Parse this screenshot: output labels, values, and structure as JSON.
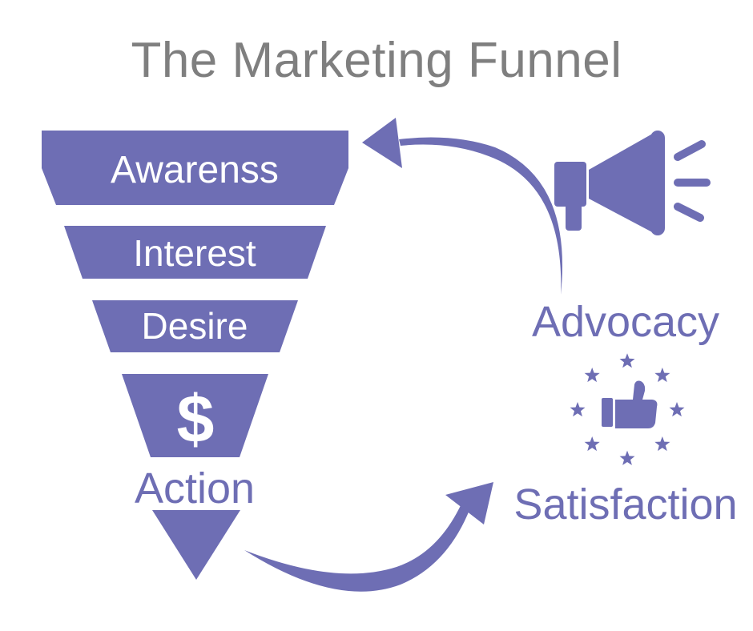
{
  "title": "The Marketing Funnel",
  "colors": {
    "accent": "#6e6eb4",
    "title": "#7f7f7f",
    "stage_text": "#ffffff"
  },
  "funnel": {
    "stages": [
      {
        "label": "Awarenss"
      },
      {
        "label": "Interest"
      },
      {
        "label": "Desire"
      },
      {
        "label": "Action",
        "symbol": "$"
      }
    ]
  },
  "post_purchase": {
    "advocacy": {
      "label": "Advocacy",
      "icon": "megaphone-icon"
    },
    "satisfaction": {
      "label": "Satisfaction",
      "icon": "thumbs-up-stars-icon"
    }
  }
}
